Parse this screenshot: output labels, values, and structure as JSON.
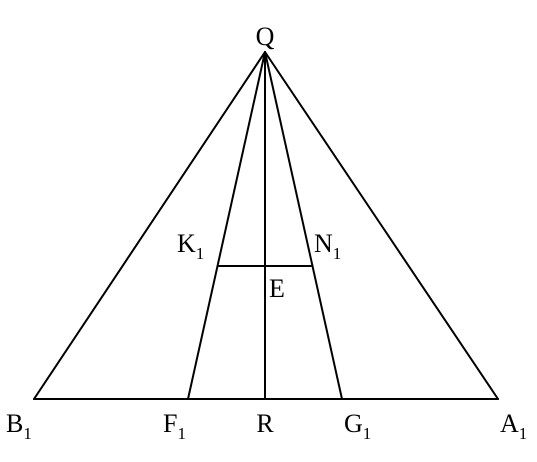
{
  "labels": {
    "Q": "Q",
    "K1": "K",
    "N1": "N",
    "E": "E",
    "B1": "B",
    "F1": "F",
    "R": "R",
    "G1": "G",
    "A1": "A",
    "subscript": "1"
  }
}
